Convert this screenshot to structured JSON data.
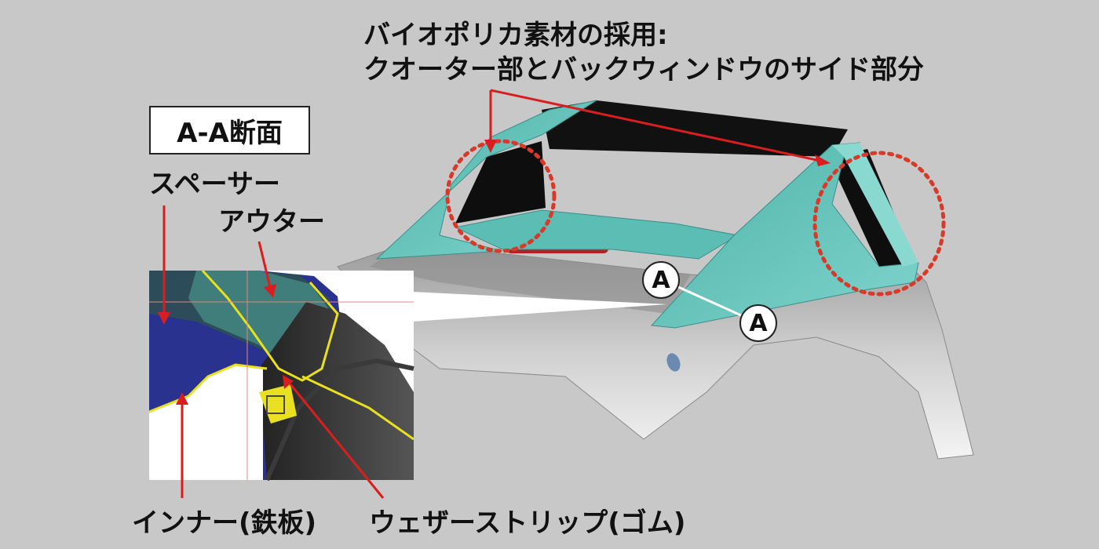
{
  "labels": {
    "top_line1": "バイオポリカ素材の採用:",
    "top_line2": "クオーター部とバックウィンドウのサイド部分",
    "section_title": "A-A断面",
    "spacer": "スペーサー",
    "outer": "アウター",
    "inner": "インナー(鉄板)",
    "weatherstrip": "ウェザーストリップ(ゴム)",
    "marker_a1": "A",
    "marker_a2": "A"
  },
  "colors": {
    "background": "#c8c8c8",
    "teal_part": "#6ec8c0",
    "arrow_red": "#d81e1e",
    "highlight_circle": "#d83a2a",
    "seal_yellow": "#e8e020",
    "inner_navy": "#1a2a8a"
  }
}
